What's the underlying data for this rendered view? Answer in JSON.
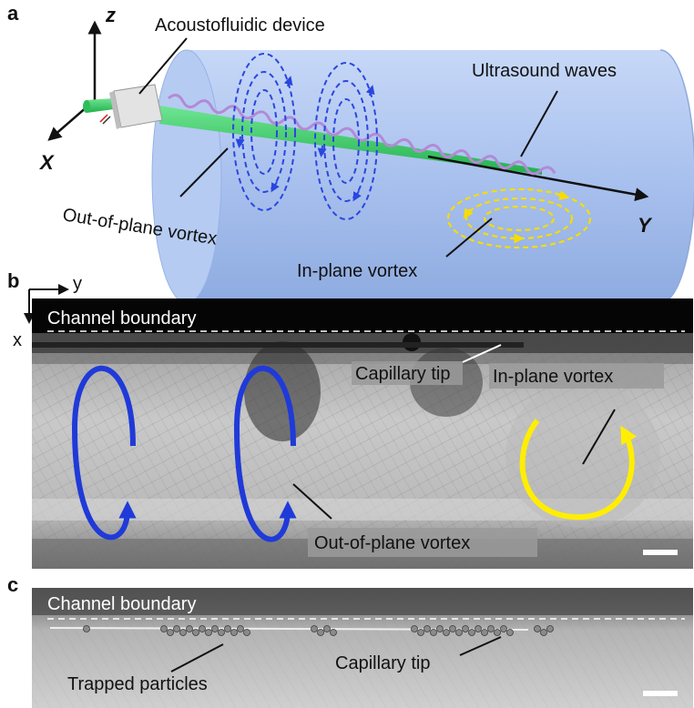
{
  "panels": {
    "a": {
      "letter": "a",
      "axis_z": "z",
      "axis_x": "X",
      "axis_y": "Y",
      "labels": {
        "device": "Acoustofluidic device",
        "waves": "Ultrasound waves",
        "out_of_plane": "Out-of-plane vortex",
        "in_plane": "In-plane vortex"
      }
    },
    "b": {
      "letter": "b",
      "axis_y": "y",
      "axis_x": "x",
      "labels": {
        "channel_boundary": "Channel boundary",
        "capillary_tip": "Capillary tip",
        "in_plane": "In-plane vortex",
        "out_of_plane": "Out-of-plane vortex"
      }
    },
    "c": {
      "letter": "c",
      "labels": {
        "channel_boundary": "Channel boundary",
        "trapped_particles": "Trapped particles",
        "capillary_tip": "Capillary tip"
      }
    }
  },
  "colors": {
    "cylinder": "#a9c1ee",
    "capillary": "#3fd26a",
    "wave": "#b28ad6",
    "out_of_plane_vortex": "#1f3ad8",
    "in_plane_vortex": "#ffee00",
    "micrograph_bg": "#9a9a9a"
  }
}
